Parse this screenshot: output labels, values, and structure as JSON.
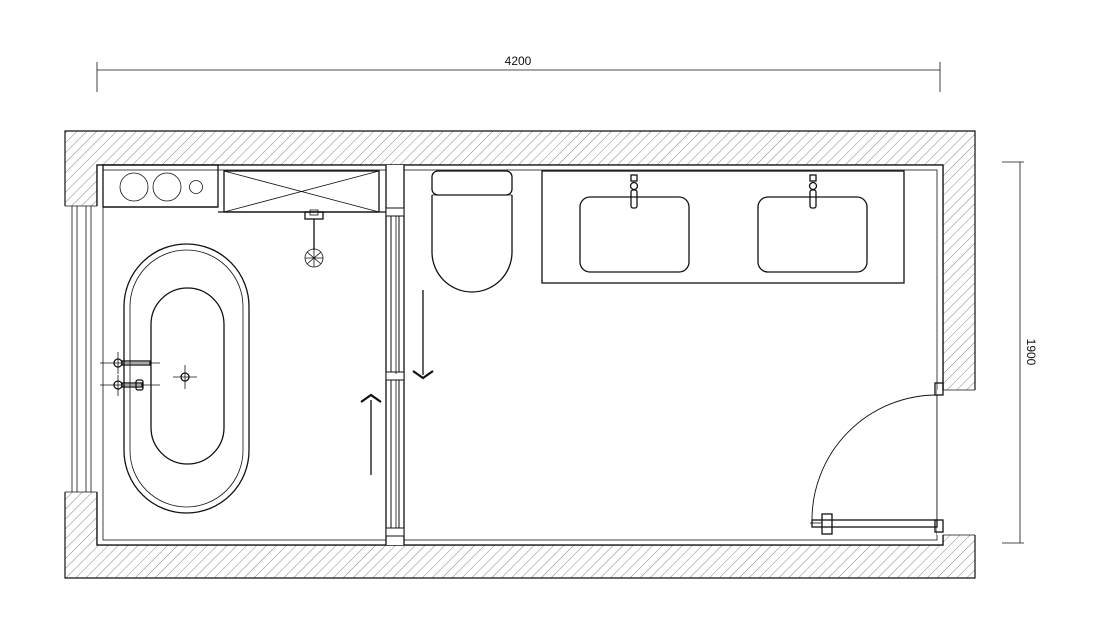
{
  "dimensions": {
    "width_label": "4200",
    "depth_label": "1900"
  },
  "fixtures": {
    "bathtub": "freestanding-oval-bathtub",
    "shower": "overhead-shower",
    "toilet": "wall-hung-toilet",
    "vanity": "double-basin-vanity",
    "door": "swing-door",
    "partition": "sliding-glass-partition"
  }
}
